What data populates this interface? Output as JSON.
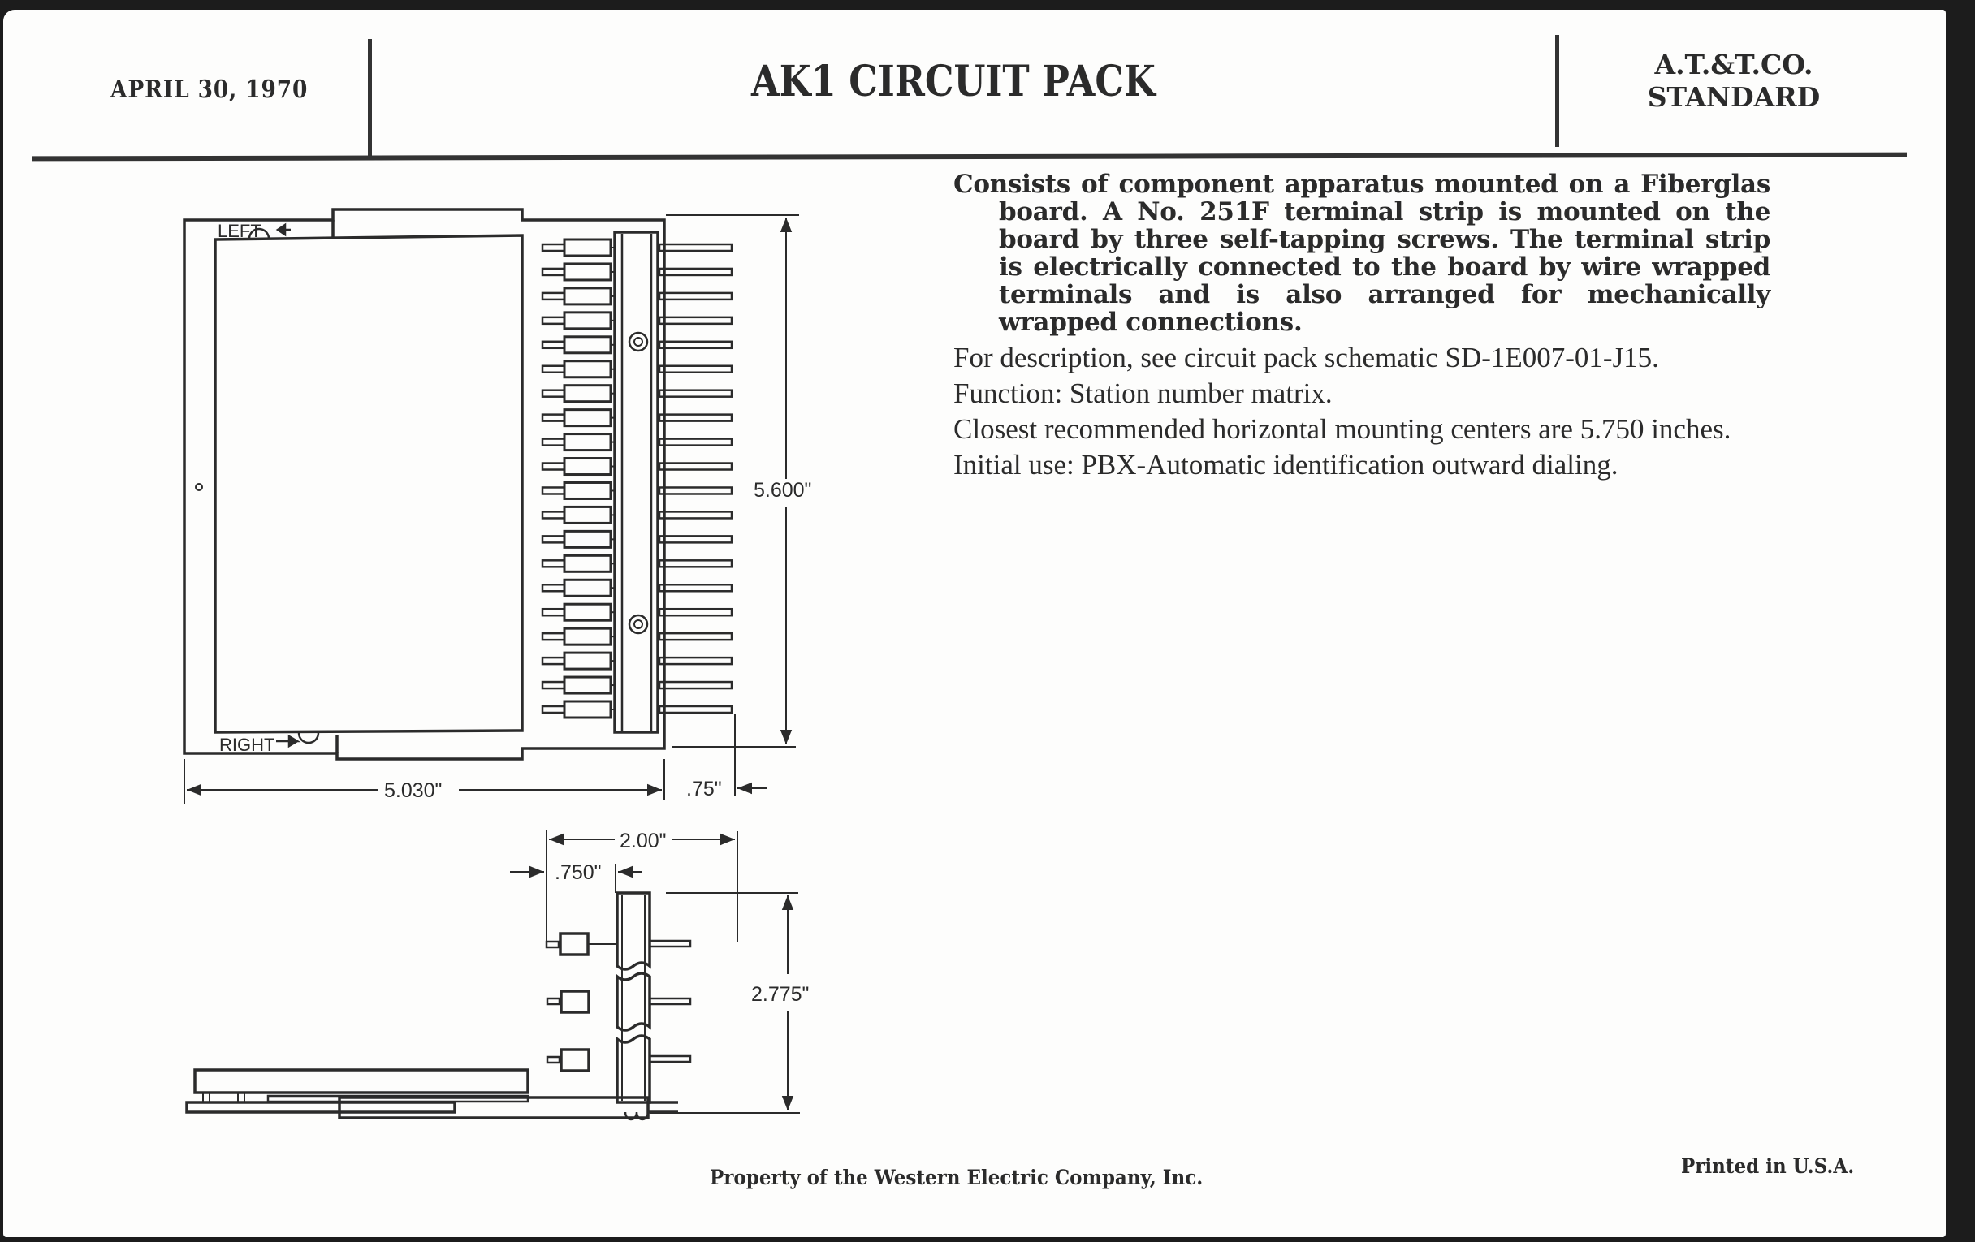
{
  "header": {
    "date": "APRIL 30, 1970",
    "title": "AK1 CIRCUIT PACK",
    "standard_line1": "A.T.&T.CO.",
    "standard_line2": "STANDARD"
  },
  "description": {
    "paragraphs": [
      "Consists of component apparatus mounted on a Fiberglas board. A No. 251F terminal strip is mounted on the board by three self-tapping screws. The terminal strip is electrically connected to the board by wire wrapped terminals and is also arranged for mechanically wrapped connections.",
      "For description, see circuit pack schematic SD-1E007-01-J15.",
      "Function: Station number matrix.",
      "Closest recommended horizontal mounting centers are 5.750 inches.",
      "Initial use: PBX-Automatic identification outward dialing."
    ]
  },
  "drawing": {
    "top_view": {
      "label_left": "LEFT",
      "label_right": "RIGHT",
      "component_count": 20,
      "terminal_count": 20,
      "dim_height": "5.600\"",
      "dim_width": "5.030\"",
      "dim_terminal_length": ".75\""
    },
    "side_view": {
      "dim_overall": "2.00\"",
      "dim_offset": ".750\"",
      "dim_height": "2.775\""
    }
  },
  "footer": {
    "property": "Property of the Western Electric Company, Inc.",
    "printed": "Printed in U.S.A."
  }
}
